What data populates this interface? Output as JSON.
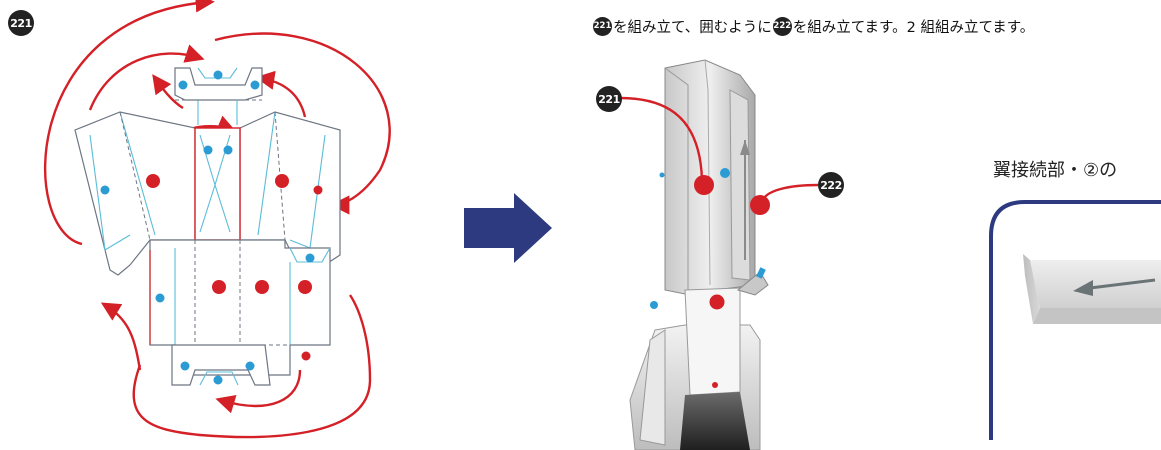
{
  "badges": {
    "part_221": "221",
    "part_222": "222"
  },
  "instruction": {
    "badge_a": "221",
    "text_a": "を組み立て、囲むように",
    "badge_b": "222",
    "text_b": "を組み立てます。2 組組み立てます。"
  },
  "detail": {
    "title": "翼接続部・②の"
  },
  "colors": {
    "arrow_red": "#d42027",
    "dot_blue": "#2b9bd3",
    "dot_red": "#d42027",
    "line_blue": "#5bbcd8",
    "line_red": "#d42027",
    "outline": "#6d7682",
    "big_arrow": "#2d3a80",
    "detail_frame": "#2d3a80"
  },
  "icons": {
    "next_step": "arrow-right-icon"
  }
}
